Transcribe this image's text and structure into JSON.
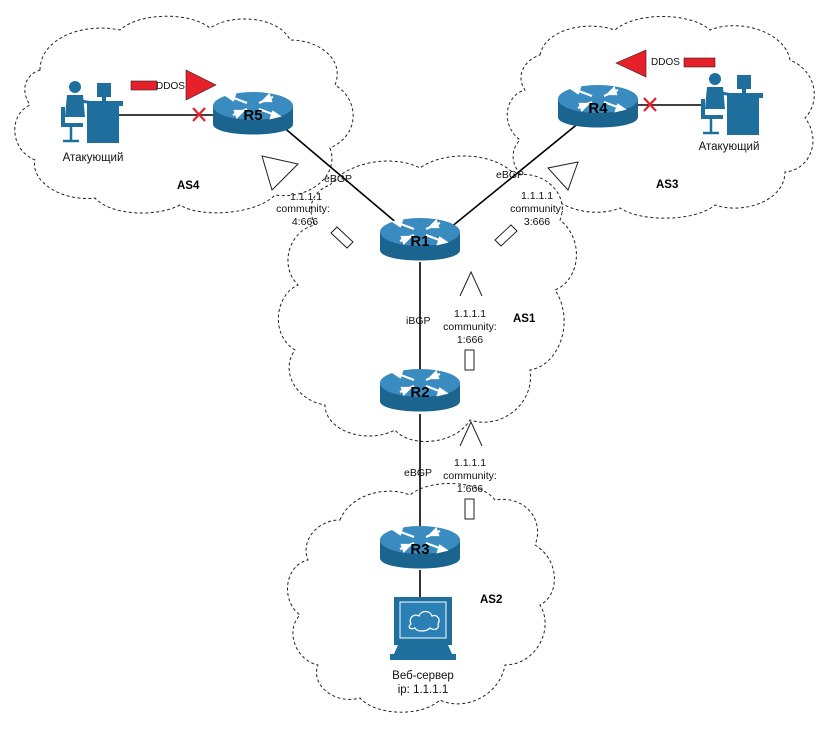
{
  "as_labels": {
    "as1": "AS1",
    "as2": "AS2",
    "as3": "AS3",
    "as4": "AS4"
  },
  "routers": {
    "r1": "R1",
    "r2": "R2",
    "r3": "R3",
    "r4": "R4",
    "r5": "R5"
  },
  "links": {
    "r5_r1": "eBGP",
    "r4_r1": "eBGP",
    "r1_r2": "iBGP",
    "r2_r3": "eBGP"
  },
  "announcements": {
    "left": {
      "prefix": "1.1.1.1",
      "community_label": "community:",
      "community": "4:666"
    },
    "right": {
      "prefix": "1.1.1.1",
      "community_label": "community:",
      "community": "3:666"
    },
    "r2_to_r1": {
      "prefix": "1.1.1.1",
      "community_label": "community:",
      "community": "1:666"
    },
    "r3_to_r2": {
      "prefix": "1.1.1.1",
      "community_label": "community:",
      "community": "1:666"
    }
  },
  "attackers": {
    "left": {
      "label": "Атакующий",
      "ddos": "DDOS"
    },
    "right": {
      "label": "Атакующий",
      "ddos": "DDOS"
    }
  },
  "server": {
    "label": "Веб-сервер",
    "ip": "ip: 1.1.1.1"
  },
  "colors": {
    "router_blue": "#1f6f9e",
    "router_top": "#3a8cc0",
    "person_blue": "#1f6f9e",
    "ddos_red": "#e8202a",
    "block_x": "#e8202a"
  },
  "icons": [
    "router-icon",
    "person-icon",
    "server-icon",
    "ddos-arrow-icon",
    "block-x-icon",
    "announce-arrow-icon"
  ]
}
